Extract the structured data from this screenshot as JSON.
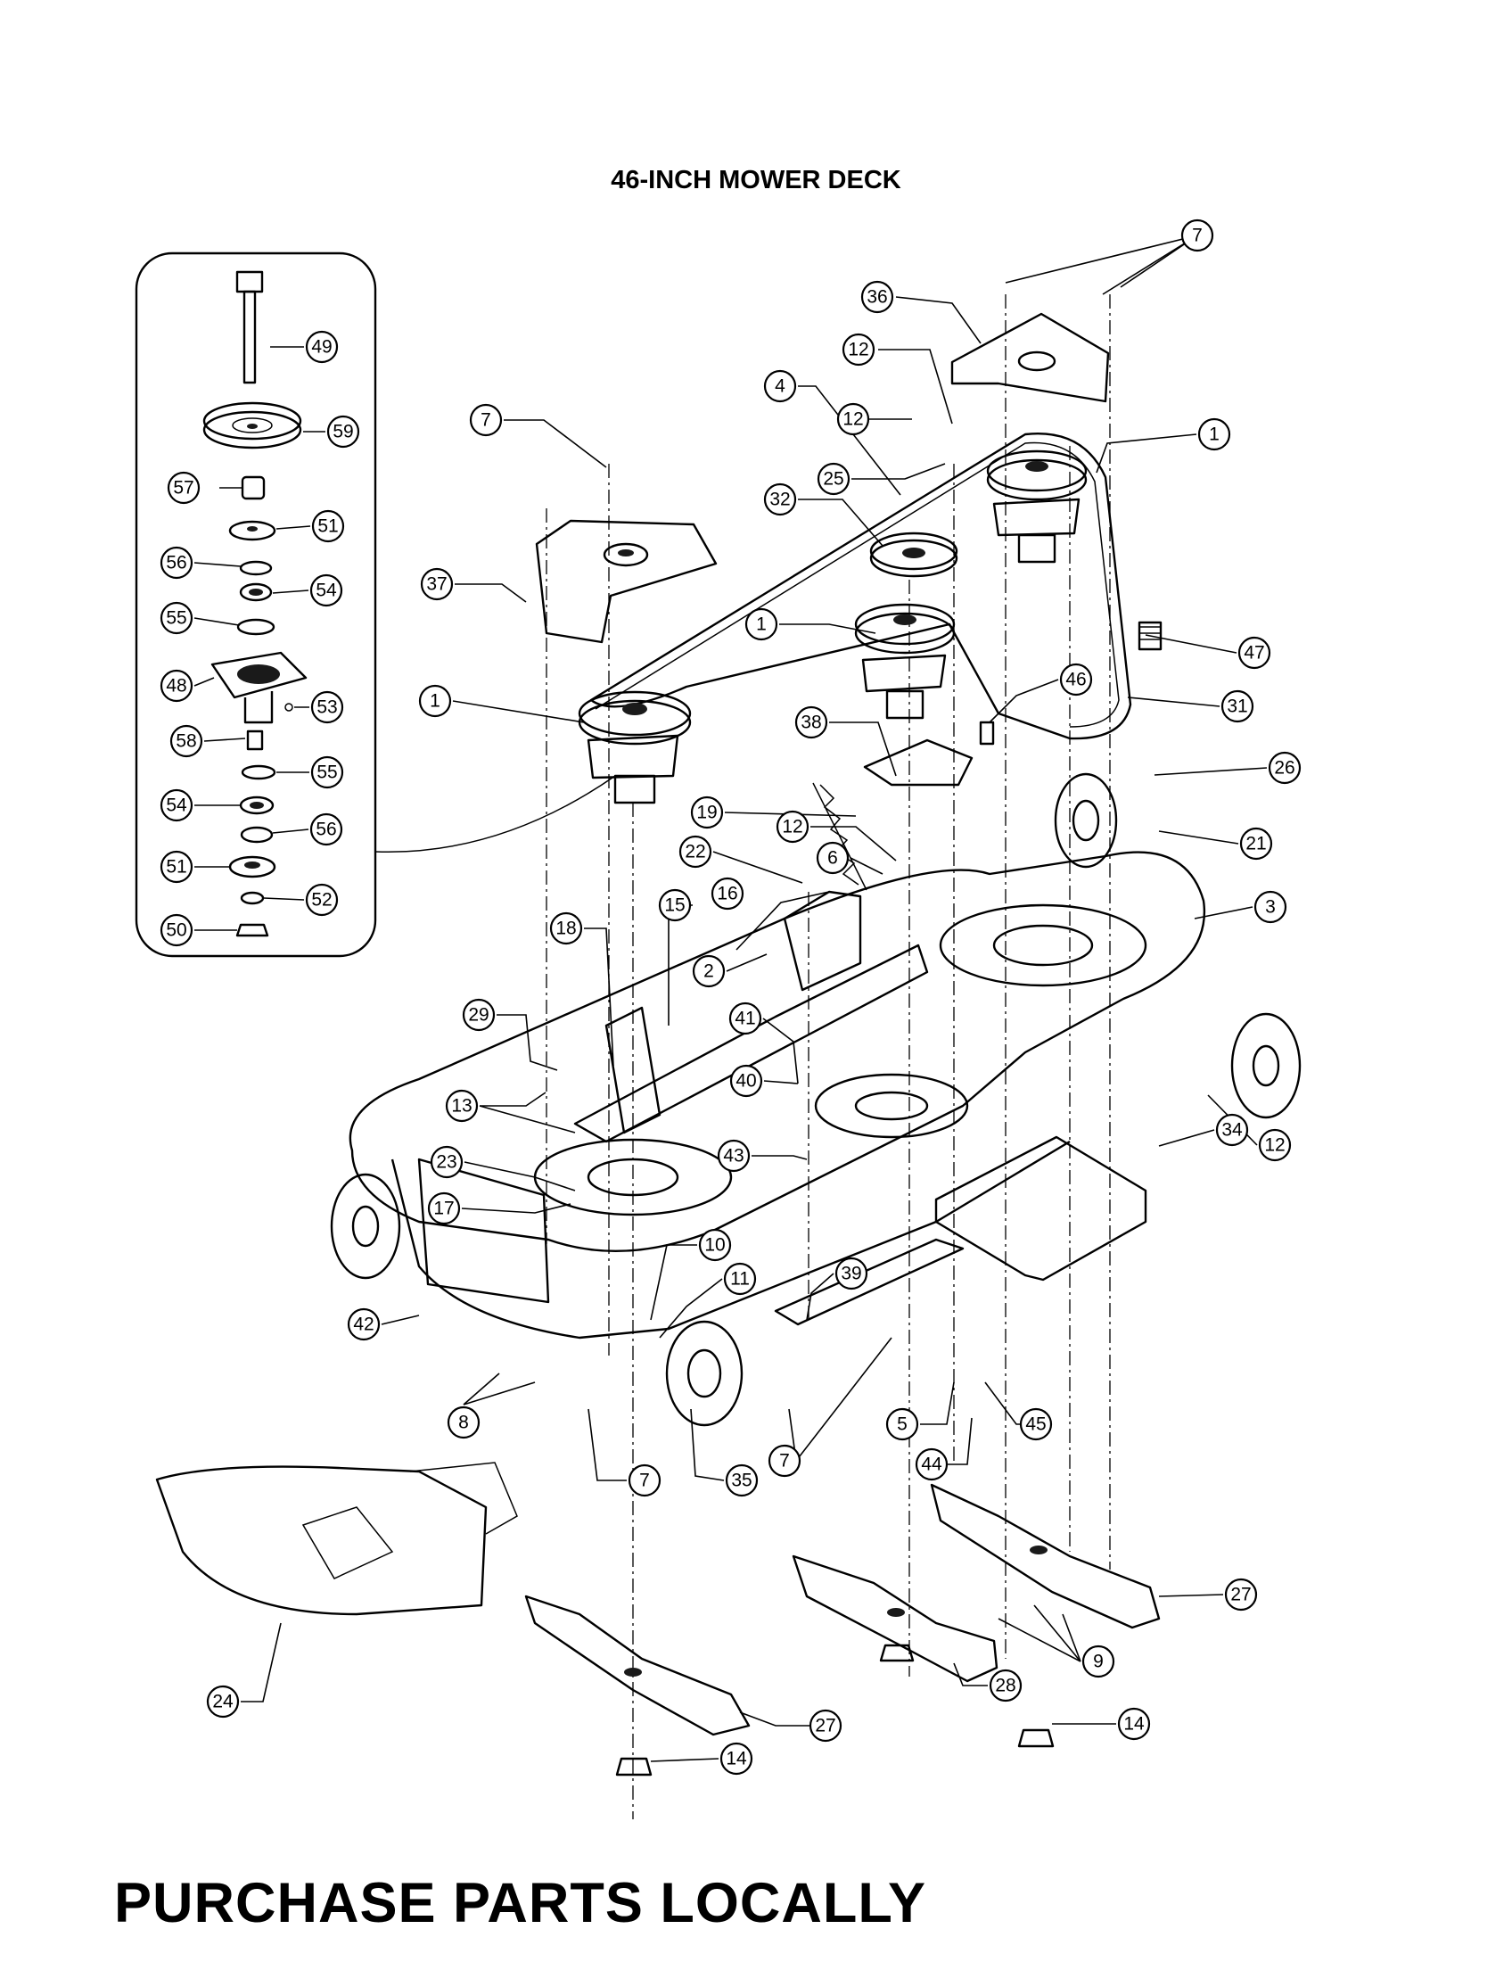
{
  "diagram": {
    "title": "46-INCH MOWER DECK",
    "footer": "PURCHASE PARTS LOCALLY"
  },
  "callouts": [
    {
      "id": "c7a",
      "label": "7"
    },
    {
      "id": "c36",
      "label": "36"
    },
    {
      "id": "c12a",
      "label": "12"
    },
    {
      "id": "c12b",
      "label": "12"
    },
    {
      "id": "c4",
      "label": "4"
    },
    {
      "id": "c1a",
      "label": "1"
    },
    {
      "id": "c7b",
      "label": "7"
    },
    {
      "id": "c25",
      "label": "25"
    },
    {
      "id": "c32",
      "label": "32"
    },
    {
      "id": "c37",
      "label": "37"
    },
    {
      "id": "c1b",
      "label": "1"
    },
    {
      "id": "c47",
      "label": "47"
    },
    {
      "id": "c1c",
      "label": "1"
    },
    {
      "id": "c46",
      "label": "46"
    },
    {
      "id": "c31",
      "label": "31"
    },
    {
      "id": "c38",
      "label": "38"
    },
    {
      "id": "c26",
      "label": "26"
    },
    {
      "id": "c19",
      "label": "19"
    },
    {
      "id": "c12c",
      "label": "12"
    },
    {
      "id": "c21",
      "label": "21"
    },
    {
      "id": "c22",
      "label": "22"
    },
    {
      "id": "c6",
      "label": "6"
    },
    {
      "id": "c16",
      "label": "16"
    },
    {
      "id": "c3",
      "label": "3"
    },
    {
      "id": "c18",
      "label": "18"
    },
    {
      "id": "c15",
      "label": "15"
    },
    {
      "id": "c2",
      "label": "2"
    },
    {
      "id": "c29",
      "label": "29"
    },
    {
      "id": "c41",
      "label": "41"
    },
    {
      "id": "c40",
      "label": "40"
    },
    {
      "id": "c13",
      "label": "13"
    },
    {
      "id": "c12d",
      "label": "12"
    },
    {
      "id": "c34",
      "label": "34"
    },
    {
      "id": "c23",
      "label": "23"
    },
    {
      "id": "c43",
      "label": "43"
    },
    {
      "id": "c17",
      "label": "17"
    },
    {
      "id": "c10",
      "label": "10"
    },
    {
      "id": "c39",
      "label": "39"
    },
    {
      "id": "c11",
      "label": "11"
    },
    {
      "id": "c42",
      "label": "42"
    },
    {
      "id": "c8",
      "label": "8"
    },
    {
      "id": "c5",
      "label": "5"
    },
    {
      "id": "c45",
      "label": "45"
    },
    {
      "id": "c7c",
      "label": "7"
    },
    {
      "id": "c7d",
      "label": "7"
    },
    {
      "id": "c35",
      "label": "35"
    },
    {
      "id": "c44",
      "label": "44"
    },
    {
      "id": "c27a",
      "label": "27"
    },
    {
      "id": "c9",
      "label": "9"
    },
    {
      "id": "c28",
      "label": "28"
    },
    {
      "id": "c24",
      "label": "24"
    },
    {
      "id": "c27b",
      "label": "27"
    },
    {
      "id": "c14a",
      "label": "14"
    },
    {
      "id": "c14b",
      "label": "14"
    },
    {
      "id": "c49",
      "label": "49"
    },
    {
      "id": "c59",
      "label": "59"
    },
    {
      "id": "c57",
      "label": "57"
    },
    {
      "id": "c51a",
      "label": "51"
    },
    {
      "id": "c56a",
      "label": "56"
    },
    {
      "id": "c54a",
      "label": "54"
    },
    {
      "id": "c55a",
      "label": "55"
    },
    {
      "id": "c48",
      "label": "48"
    },
    {
      "id": "c53",
      "label": "53"
    },
    {
      "id": "c58",
      "label": "58"
    },
    {
      "id": "c55b",
      "label": "55"
    },
    {
      "id": "c54b",
      "label": "54"
    },
    {
      "id": "c56b",
      "label": "56"
    },
    {
      "id": "c51b",
      "label": "51"
    },
    {
      "id": "c52",
      "label": "52"
    },
    {
      "id": "c50",
      "label": "50"
    }
  ]
}
